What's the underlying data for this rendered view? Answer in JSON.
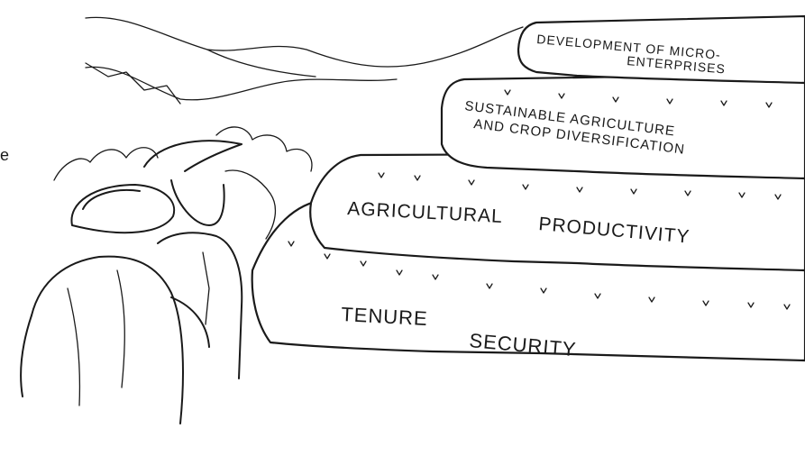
{
  "margin_char": "e",
  "tiers": [
    {
      "id": "tenure-security",
      "line1a": "TENURE",
      "line1b": "SECURITY"
    },
    {
      "id": "agricultural-productivity",
      "line1a": "AGRICULTURAL",
      "line1b": "PRODUCTIVITY"
    },
    {
      "id": "sustainable-agriculture",
      "line1": "SUSTAINABLE AGRICULTURE",
      "line2": "AND CROP DIVERSIFICATION"
    },
    {
      "id": "micro-enterprises",
      "line1": "DEVELOPMENT OF MICRO-",
      "line2": "ENTERPRISES"
    }
  ],
  "figures": [
    "farmer-with-hat",
    "farmer-companion"
  ],
  "colors": {
    "ink": "#1a1a1a",
    "paper": "#ffffff"
  }
}
